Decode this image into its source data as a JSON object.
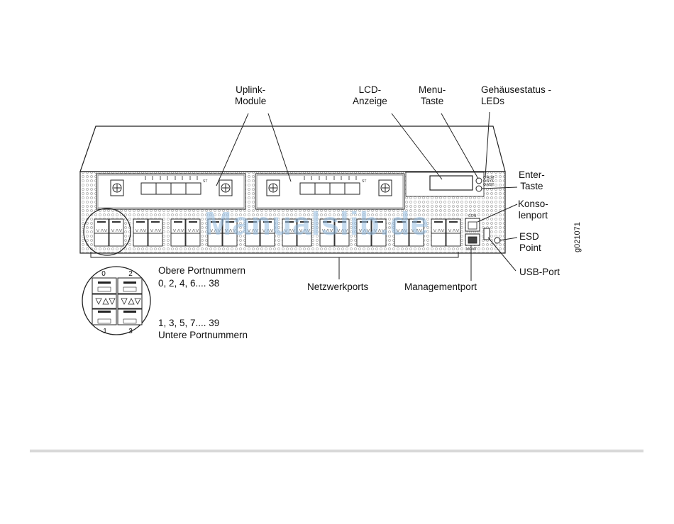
{
  "labels": {
    "uplink": [
      "Uplink-",
      "Module"
    ],
    "lcd": [
      "LCD-",
      "Anzeige"
    ],
    "menu": [
      "Menu-",
      "Taste"
    ],
    "chassis": [
      "Gehäusestatus -",
      "LEDs"
    ],
    "enter": [
      "Enter-",
      "Taste"
    ],
    "console": [
      "Konso-",
      "lenport"
    ],
    "esd": [
      "ESD",
      "Point"
    ],
    "usb": "USB-Port",
    "network": "Netzwerkports",
    "management": "Managementport",
    "upper_title": "Obere Portnummern",
    "upper_values": "0, 2, 4, 6.... 38",
    "lower_values": "1, 3, 5, 7.... 39",
    "lower_title": "Untere Portnummern",
    "figure_id": "g021071",
    "watermark": "Manualslib.de"
  },
  "panel": {
    "con_label": "CON",
    "mgmt_label": "MGMT",
    "uplink_port_label": "ST",
    "led_labels": [
      "ALM",
      "SYS",
      "MST"
    ],
    "zoom_top_numbers": [
      "0",
      "2"
    ],
    "zoom_bottom_numbers": [
      "1",
      "3"
    ]
  }
}
